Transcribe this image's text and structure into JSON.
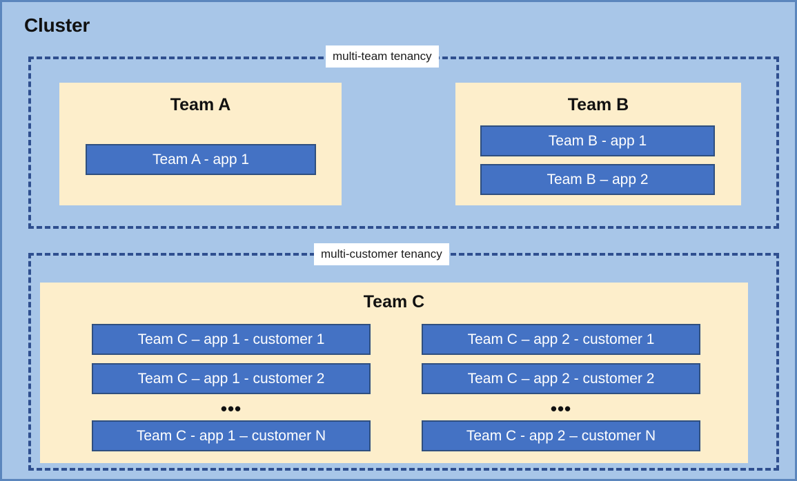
{
  "diagram": {
    "title": "Cluster",
    "colors": {
      "background": "#a8c6e8",
      "outer_border": "#5b86bd",
      "dashed_border": "#2f4f8f",
      "team_panel_fill": "#fdeecb",
      "app_fill": "#4472c4",
      "app_border": "#2f4f7f",
      "app_text": "#ffffff",
      "label_chip": "#ffffff",
      "heading_text": "#111111"
    },
    "zones": [
      {
        "id": "multi-team",
        "label": "multi-team tenancy",
        "teams": [
          {
            "id": "team-a",
            "heading": "Team A",
            "apps": [
              "Team A - app 1"
            ]
          },
          {
            "id": "team-b",
            "heading": "Team B",
            "apps": [
              "Team B - app 1",
              "Team B – app 2"
            ]
          }
        ]
      },
      {
        "id": "multi-customer",
        "label": "multi-customer tenancy",
        "teams": [
          {
            "id": "team-c",
            "heading": "Team C",
            "columns": [
              {
                "id": "app-1",
                "items": [
                  "Team C – app 1 - customer 1",
                  "Team C – app 1 - customer 2",
                  "Team C - app 1 – customer N"
                ],
                "ellipsis": "•••"
              },
              {
                "id": "app-2",
                "items": [
                  "Team C – app 2 - customer 1",
                  "Team C – app 2 - customer 2",
                  "Team C - app 2 – customer N"
                ],
                "ellipsis": "•••"
              }
            ]
          }
        ]
      }
    ]
  }
}
